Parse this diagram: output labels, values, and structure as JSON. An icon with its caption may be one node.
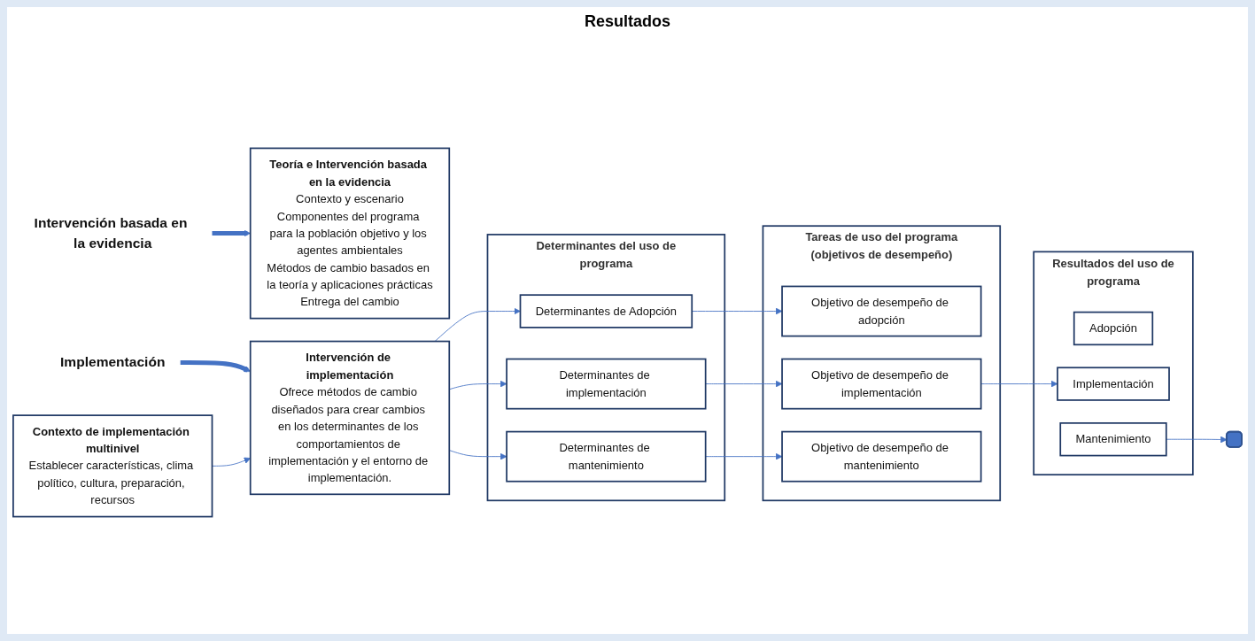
{
  "diagram": {
    "nodes": [
      {
        "text": [
          "Intervención basada en la evidencia"
        ]
      },
      {
        "text": [
          "Teoría e Intervención basada en la evidencia",
          "Contexto y escenario",
          "Componentes del programa para la población objetivo y los agentes ambientales",
          "Métodos de cambio basados en la teoría y aplicaciones prácticas",
          "Entrega del cambio"
        ]
      },
      {
        "text": [
          "Implementación"
        ]
      },
      {
        "text": [
          "Intervención de implementación",
          "Ofrece métodos de cambio diseñados para crear cambios en los determinantes de los comportamientos de implementación y el entorno de implementación."
        ]
      },
      {
        "text": [
          "Contexto de implementación multinivel",
          "Establecer características, clima político, cultura, preparación, recursos"
        ]
      },
      {
        "text": [
          "Determinantes del uso de programa"
        ]
      },
      {
        "text": [
          "Determinantes de Adopción"
        ],
        "in": 5
      },
      {
        "text": [
          "Determinantes de implementación"
        ],
        "in": 5
      },
      {
        "text": [
          "Determinantes de mantenimiento"
        ],
        "in": 5
      },
      {
        "text": [
          "Tareas de uso del programa (objetivos de desempeño)"
        ]
      },
      {
        "text": [
          "Objetivo de desempeño de adopción"
        ],
        "in": 9
      },
      {
        "text": [
          "Objetivo de desempeño de implementación"
        ],
        "in": 9
      },
      {
        "text": [
          "Objetivo de desempeño de mantenimiento"
        ],
        "in": 9
      },
      {
        "text": [
          "Resultados del uso de programa"
        ]
      },
      {
        "text": [
          "Adopción"
        ],
        "in": 13
      },
      {
        "text": [
          "Implementación"
        ],
        "in": 13
      },
      {
        "text": [
          "Mantenimiento"
        ],
        "in": 13
      },
      {
        "text": [],
        "shape": "box"
      }
    ],
    "edges": [
      {
        "from": 0,
        "to": 1,
        "arrow": "to",
        "style": "thick"
      },
      {
        "from": 2,
        "to": 3,
        "arrow": "to",
        "style": "thick"
      },
      {
        "from": 4,
        "to": 3,
        "arrow": "to"
      },
      {
        "from": 3,
        "to": 6,
        "arrow": "to"
      },
      {
        "from": 3,
        "to": 7,
        "arrow": "to"
      },
      {
        "from": 3,
        "to": 8,
        "arrow": "to"
      },
      {
        "from": 6,
        "to": 10,
        "arrow": "to"
      },
      {
        "from": 7,
        "to": 11,
        "arrow": "to"
      },
      {
        "from": 8,
        "to": 12,
        "arrow": "to"
      },
      {
        "from": 11,
        "to": 15,
        "arrow": "to"
      },
      {
        "from": 16,
        "to": 17,
        "arrow": "to"
      }
    ],
    "labels": [
      "Resultados"
    ]
  }
}
